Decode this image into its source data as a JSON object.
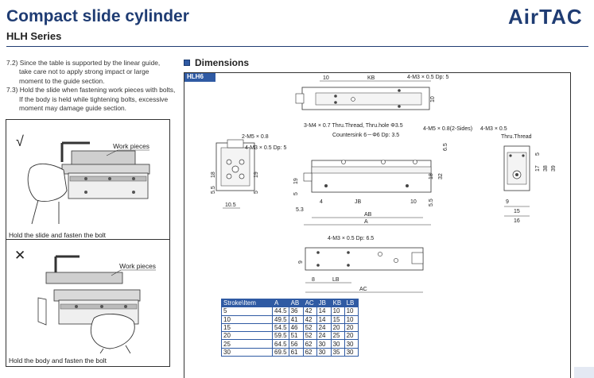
{
  "header": {
    "title": "Compact slide cylinder",
    "series": "HLH Series",
    "logo_text": "AirTAC"
  },
  "notes": [
    "7.2) Since the table is supported by the linear guide,",
    "take care not to apply strong impact or large",
    "moment to the guide section.",
    "7.3) Hold the slide when fastening work pieces with bolts,",
    "If the body is held while tightening bolts, excessive",
    "moment may damage guide section."
  ],
  "figures": {
    "good": {
      "mark": "√",
      "label": "Work pieces",
      "caption": "Hold the slide and fasten the bolt"
    },
    "bad": {
      "mark": "✕",
      "label": "Work pieces",
      "caption": "Hold the body and fasten the bolt"
    }
  },
  "dimensions": {
    "heading": "Dimensions",
    "model_tab": "HLH6",
    "labels": {
      "top_10": "10",
      "top_kb": "KB",
      "top_m3": "4-M3 × 0.5 Dp: 5",
      "top_10v": "10",
      "m4": "3-M4 × 0.7 Thru.Thread, Thru.hole Φ3.5",
      "cs": "Countersink 6－Φ6 Dp: 3.5",
      "m5_2": "4-M5 × 0.8(2-Sides)",
      "m3_r": "4-M3 × 0.5",
      "thru": "Thru.Thread",
      "m5_l": "2-M5 × 0.8",
      "m3_l": "4-M3 × 0.5 Dp: 5",
      "d18": "18",
      "d19": "19",
      "d5_5": "5.5",
      "d5": "5",
      "d10_5": "10.5",
      "s19": "19",
      "s5": "5",
      "s5_3": "5.3",
      "s4": "4",
      "sjb": "JB",
      "s10": "10",
      "s5_5": "5.5",
      "s18": "18",
      "s32": "32",
      "sab": "AB",
      "sa": "A",
      "s6_5": "6.5",
      "r5": "5",
      "r17": "17",
      "r38": "38",
      "r39": "39",
      "r9": "9",
      "r15": "15",
      "r16": "16",
      "b_m3": "4-M3 × 0.5 Dp: 6.5",
      "b9": "9",
      "b8": "8",
      "blb": "LB",
      "bac": "AC"
    }
  },
  "table": {
    "headers": [
      "Stroke\\Item",
      "A",
      "AB",
      "AC",
      "JB",
      "KB",
      "LB"
    ],
    "rows": [
      [
        "5",
        "44.5",
        "36",
        "42",
        "14",
        "10",
        "10"
      ],
      [
        "10",
        "49.5",
        "41",
        "42",
        "14",
        "15",
        "10"
      ],
      [
        "15",
        "54.5",
        "46",
        "52",
        "24",
        "20",
        "20"
      ],
      [
        "20",
        "59.5",
        "51",
        "52",
        "24",
        "25",
        "20"
      ],
      [
        "25",
        "64.5",
        "56",
        "62",
        "30",
        "30",
        "30"
      ],
      [
        "30",
        "69.5",
        "61",
        "62",
        "30",
        "35",
        "30"
      ]
    ]
  }
}
